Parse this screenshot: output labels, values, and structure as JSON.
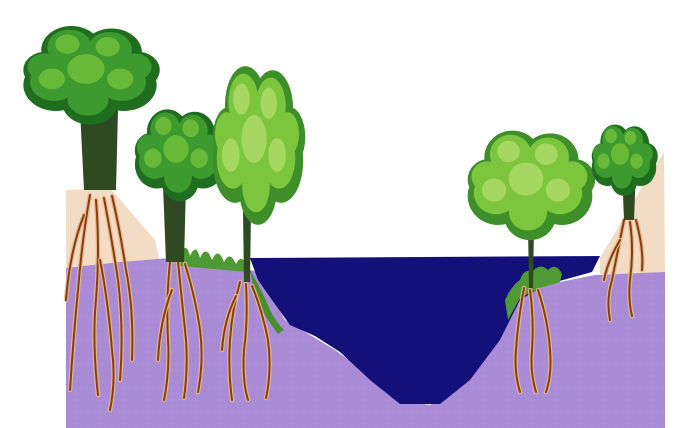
{
  "diagram": {
    "colors": {
      "background": "#ffffff",
      "upper_bank_soil": "#f3dcc6",
      "lower_soil": "#a98bd6",
      "water": "#13107a",
      "root_dark": "#8a3a10",
      "root_light": "#e2b98a",
      "foliage_dark": "#1f6e1f",
      "foliage_mid": "#3d9a2e",
      "foliage_light": "#7cc63e",
      "trunk": "#2f4a22"
    },
    "trees": [
      {
        "id": "large-oak-left",
        "kind": "broadleaf",
        "bank": "left"
      },
      {
        "id": "medium-tree-left",
        "kind": "broadleaf",
        "bank": "left"
      },
      {
        "id": "light-green-tree-left",
        "kind": "poplar",
        "bank": "left"
      },
      {
        "id": "light-green-tree-right",
        "kind": "poplar",
        "bank": "right"
      },
      {
        "id": "small-tree-right",
        "kind": "broadleaf",
        "bank": "right"
      }
    ],
    "features": [
      "river-water",
      "riverbank-vegetation",
      "root-systems",
      "soil-layers"
    ]
  }
}
